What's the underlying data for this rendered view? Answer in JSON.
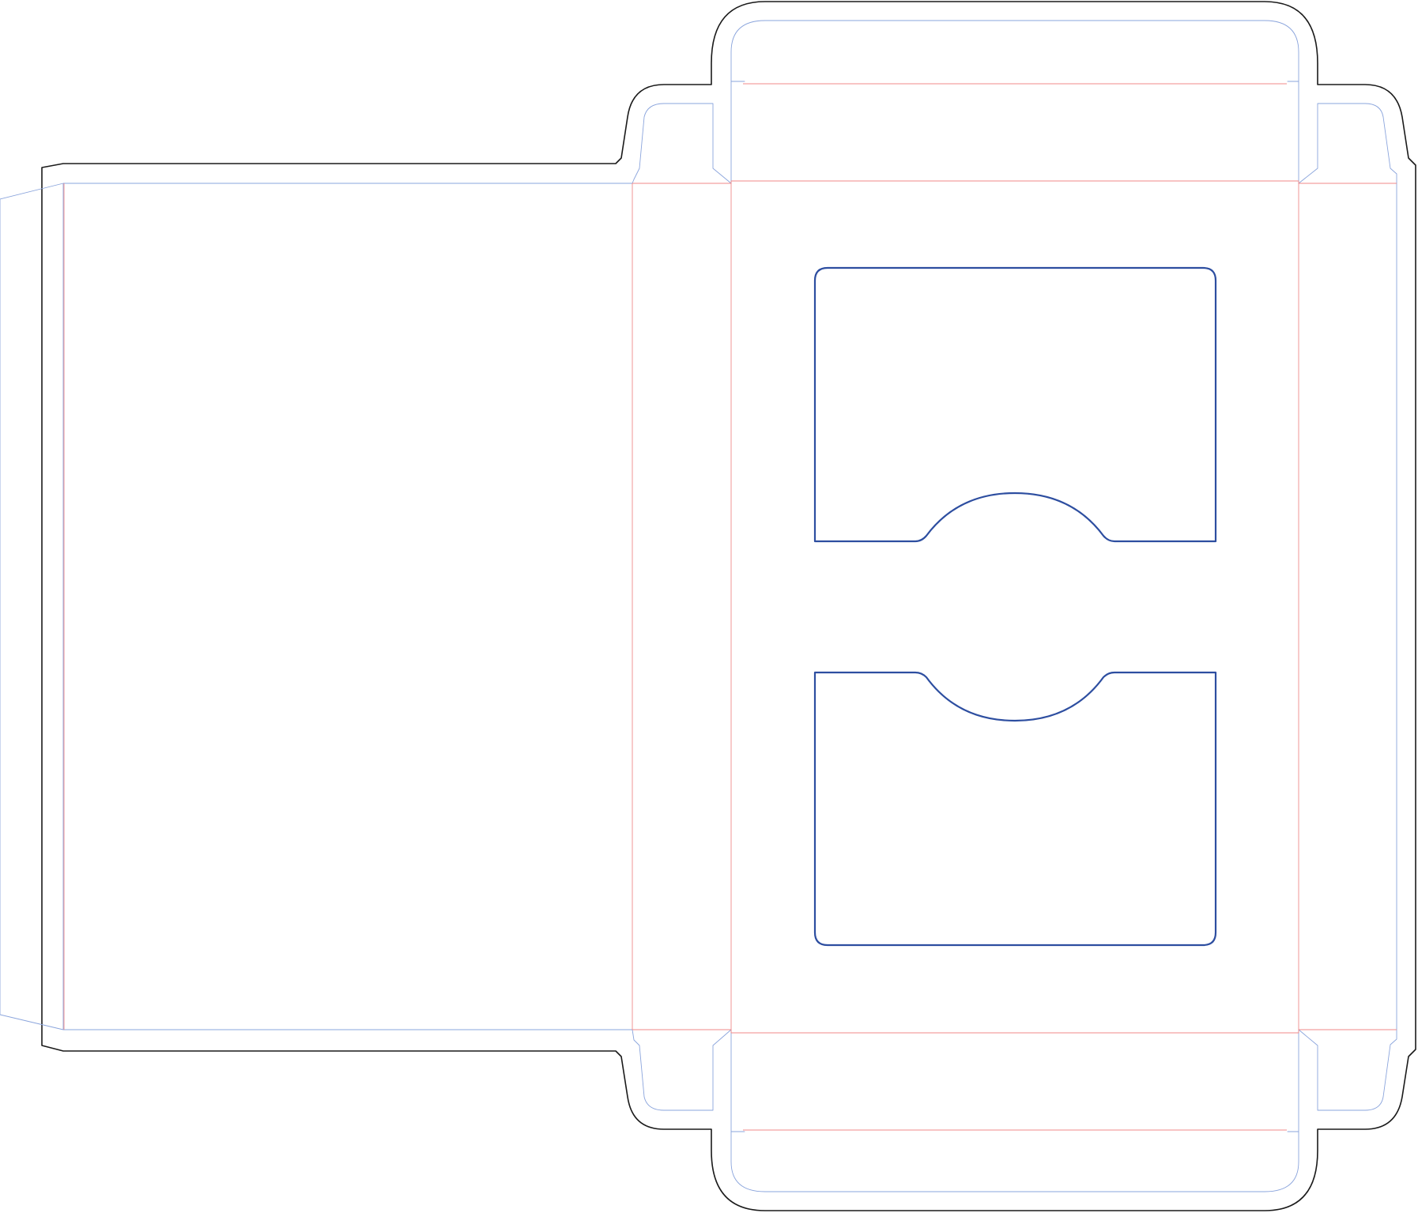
{
  "colors": {
    "cut_line": "#1a1a1a",
    "bleed_line": "#8aa4dc",
    "crease_line": "#f08a8a",
    "window_cutout": "#2d4ea0",
    "background": "#ffffff"
  },
  "line_types": [
    "cut-line",
    "bleed-line",
    "crease-line",
    "window-cutout"
  ]
}
